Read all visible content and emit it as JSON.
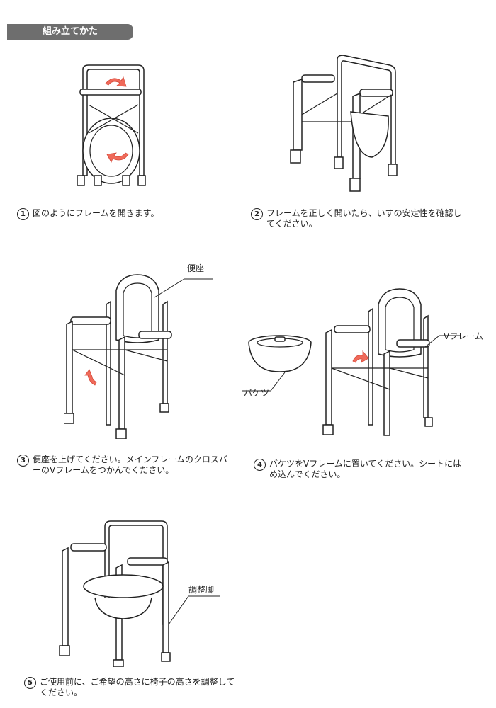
{
  "section": {
    "title": "組み立てかた"
  },
  "steps": [
    {
      "num": "1",
      "text": "図のようにフレームを開きます。"
    },
    {
      "num": "2",
      "text": "フレームを正しく開いたら、いすの安定性を確認してください。"
    },
    {
      "num": "3",
      "text": "便座を上げてください。メインフレームのクロスバーのVフレームをつかんでください。"
    },
    {
      "num": "4",
      "text": "バケツをVフレームに置いてください。シートにはめ込んでください。"
    },
    {
      "num": "5",
      "text": "ご使用前に、ご希望の高さに椅子の高さを調整してください。"
    }
  ],
  "labels": {
    "seat": "便座",
    "v_frame": "Vフレーム",
    "bucket": "バケツ",
    "adjust_leg": "調整脚"
  },
  "colors": {
    "arrow": "#f06a5a",
    "header_bg": "#6e6e6e"
  }
}
